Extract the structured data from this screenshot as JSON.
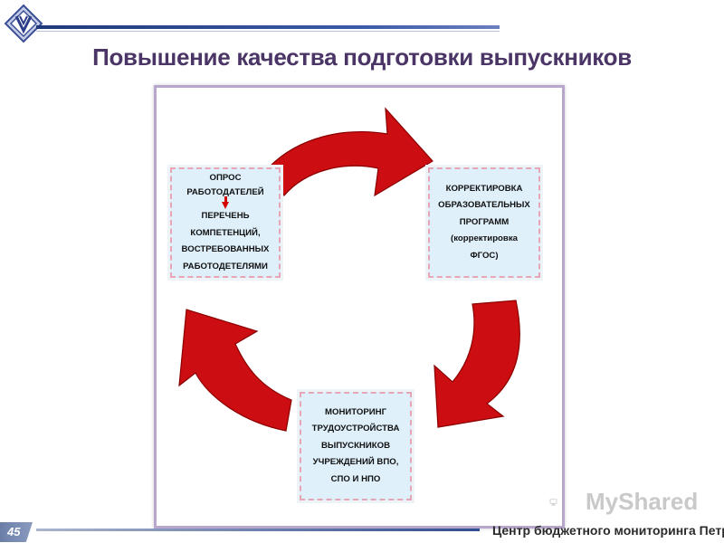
{
  "title": "Повышение качества подготовки выпускников",
  "boxes": {
    "employers": {
      "line1": "ОПРОС",
      "line2": "РАБОТОДАТЕЛЕЙ",
      "line3": "ПЕРЕЧЕНЬ",
      "line4": "КОМПЕТЕНЦИЙ,",
      "line5": "ВОСТРЕБОВАННЫХ",
      "line6": "РАБОТОДЕТЕЛЯМИ"
    },
    "programs": {
      "line1": "КОРРЕКТИРОВКА",
      "line2": "ОБРАЗОВАТЕЛЬНЫХ",
      "line3": "ПРОГРАММ",
      "line4": "(корректировка",
      "line5": "ФГОС)"
    },
    "monitoring": {
      "line1": "МОНИТОРИНГ",
      "line2": "ТРУДОУСТРОЙСТВА",
      "line3": "ВЫПУСКНИКОВ",
      "line4": "УЧРЕЖДЕНИЙ ВПО,",
      "line5": "СПО И НПО"
    }
  },
  "page_number": "45",
  "footer": "Центр бюджетного мониторинга ПетрГУ",
  "watermark": "MyShared",
  "colors": {
    "arrow": "#cc0d12",
    "title": "#4a3566",
    "box_fill": "#dff0fb"
  }
}
